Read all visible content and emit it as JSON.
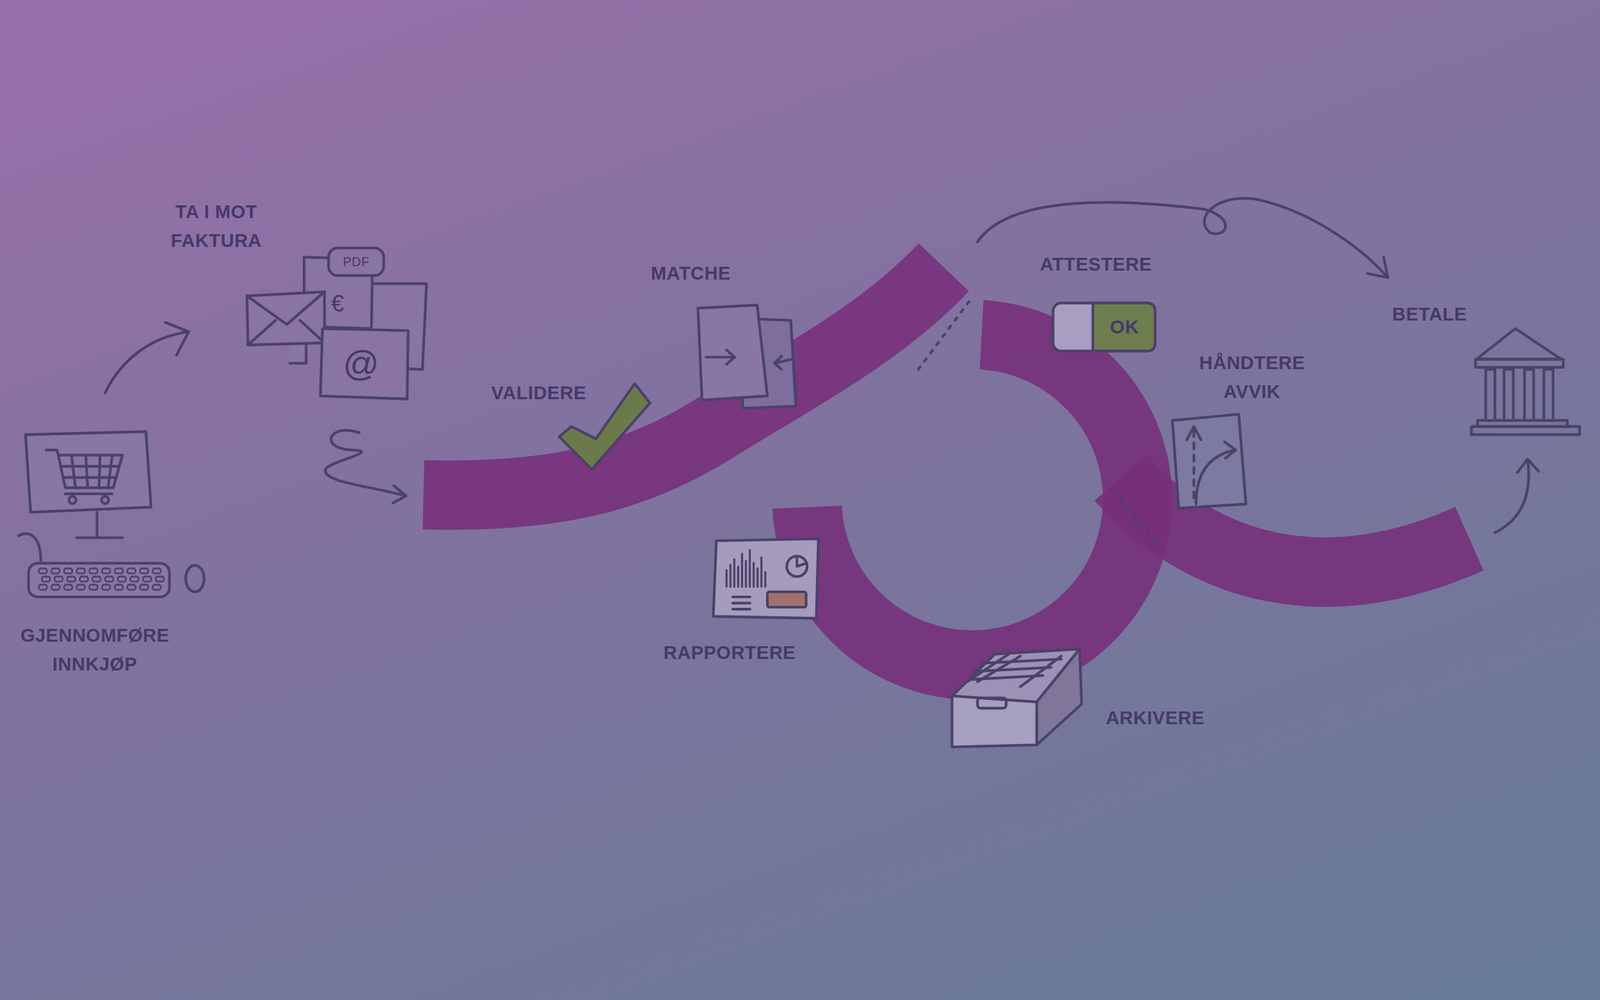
{
  "diagram": {
    "labels": [
      "TA I MOT FAKTURA",
      "PDF",
      "€",
      "@",
      "MATCHE",
      "ATTESTERE",
      "OK",
      "BETALE",
      "VALIDERE",
      "HÅNDTERE AVVIK",
      "GJENNOMFØRE INNKJØP",
      "RAPPORTERE",
      "ARKIVERE"
    ]
  }
}
